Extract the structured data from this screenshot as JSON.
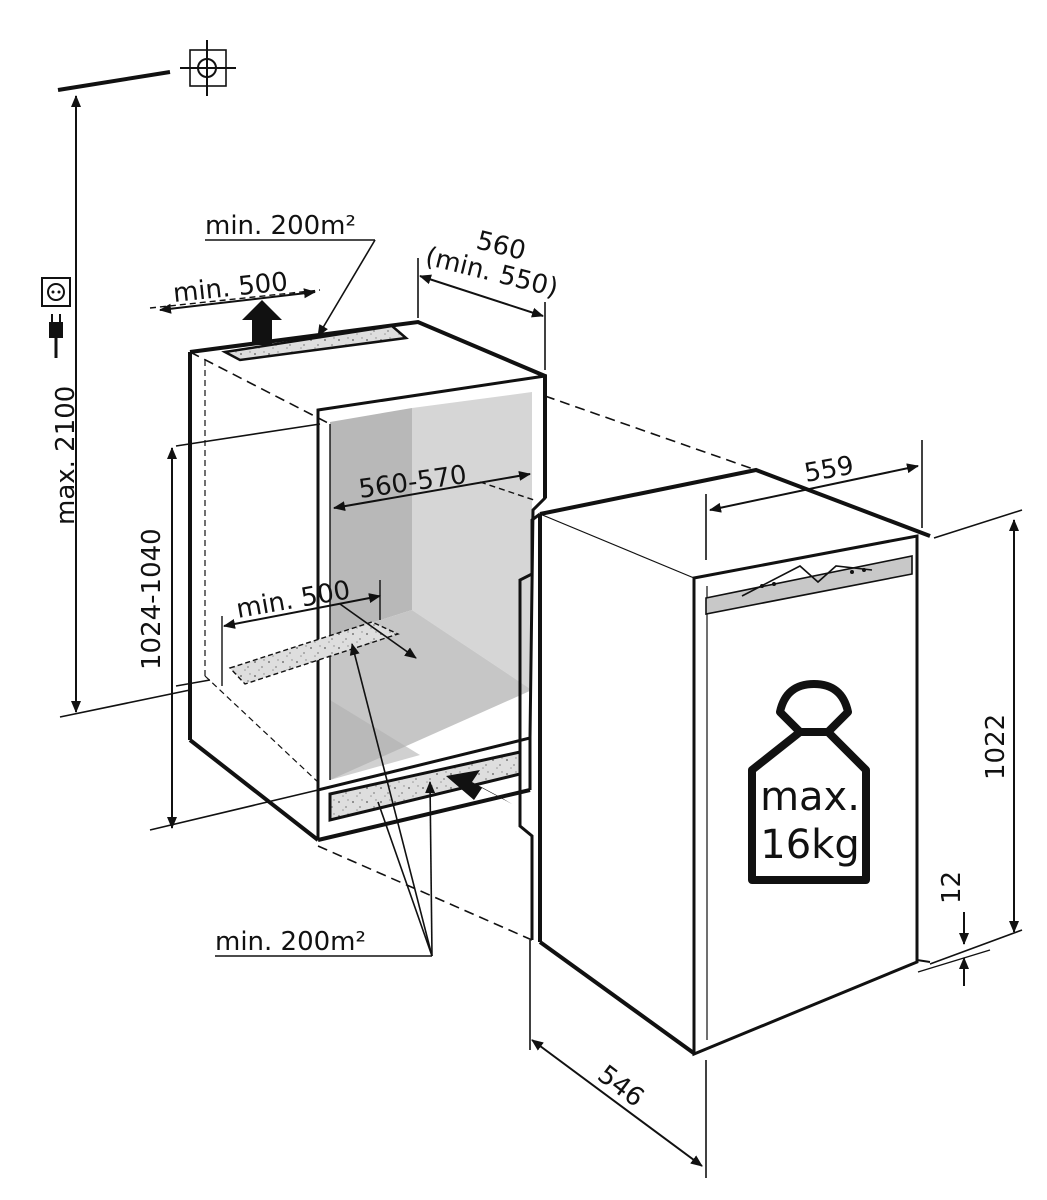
{
  "colors": {
    "line": "#111111",
    "niche_back": "#d4d4d4",
    "niche_side": "#b6b6b6",
    "vent": "#dcdcdc",
    "appliance": "#ffffff",
    "panel": "#c8c8c8"
  },
  "icons": [
    "socket-icon",
    "plug-icon",
    "outlet-symbol-icon",
    "weight-icon",
    "air-flow-arrow-icon"
  ],
  "labels": {
    "max_height": "max. 2100",
    "top_vent_area": "min. 200m²",
    "top_vent_depth": "min. 500",
    "niche_depth_line1": "560",
    "niche_depth_line2": "(min. 550)",
    "niche_width": "560-570",
    "niche_height": "1024-1040",
    "bottom_vent_depth": "min. 500",
    "bottom_vent_area": "min. 200m²",
    "appliance_width": "559",
    "appliance_height": "1022",
    "appliance_gap": "12",
    "appliance_depth": "546"
  },
  "weight": {
    "line1": "max.",
    "line2": "16kg"
  }
}
